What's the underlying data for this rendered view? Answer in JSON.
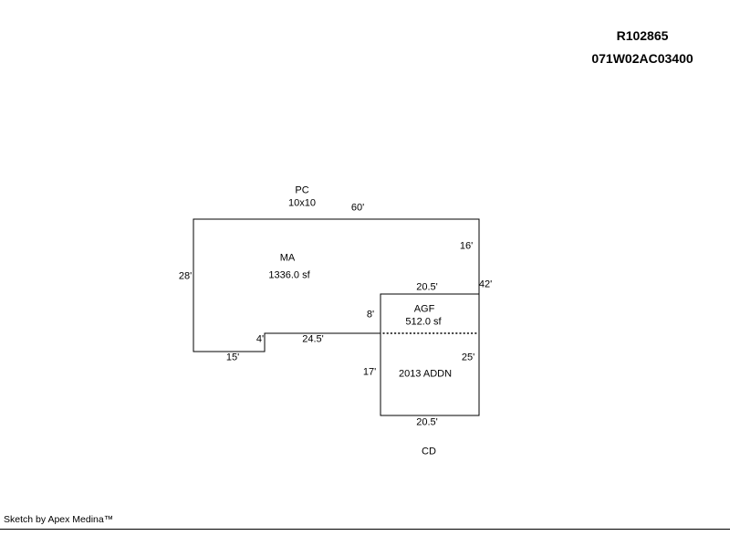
{
  "header": {
    "parcel_id": "R102865",
    "tax_lot_id": "071W02AC03400"
  },
  "sketch": {
    "pc_label": "PC",
    "pc_dims": "10x10",
    "dim_top": "60'",
    "dim_right_upper": "16'",
    "dim_left": "28'",
    "dim_agf_top": "20.5'",
    "dim_right_total": "42'",
    "ma_label": "MA",
    "ma_area": "1336.0 sf",
    "dim_agf_left_upper": "8'",
    "agf_label": "AGF",
    "agf_area": "512.0 sf",
    "dim_ma_bottom_mid": "24.5'",
    "dim_step": "4'",
    "dim_ma_bottom_left": "15'",
    "dim_agf_right_lower": "25'",
    "dim_addn_left": "17'",
    "addn_label": "2013 ADDN",
    "dim_agf_bottom": "20.5'",
    "cd_label": "CD"
  },
  "footer": {
    "text": "Sketch by Apex Medina™"
  }
}
